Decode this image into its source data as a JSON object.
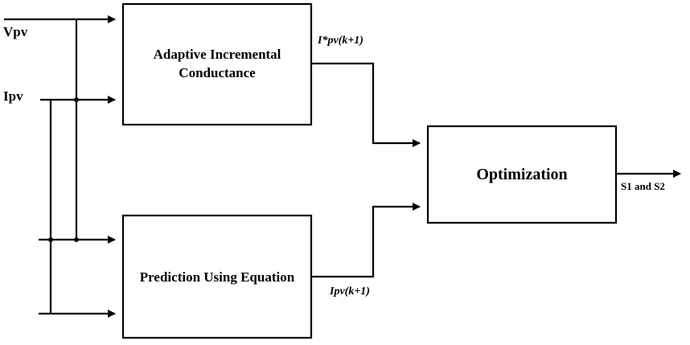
{
  "diagram": {
    "inputs": {
      "vpv": "Vpv",
      "ipv": "Ipv"
    },
    "blocks": {
      "aic_line1": "Adaptive Incremental",
      "aic_line2": "Conductance",
      "prediction": "Prediction Using Equation",
      "optimization": "Optimization"
    },
    "signals": {
      "i_star": "I*pv(k+1)",
      "ipv_pred": "Ipv(k+1)",
      "output": "S1 and S2"
    },
    "colors": {
      "stroke": "#000000",
      "background": "#ffffff"
    }
  }
}
